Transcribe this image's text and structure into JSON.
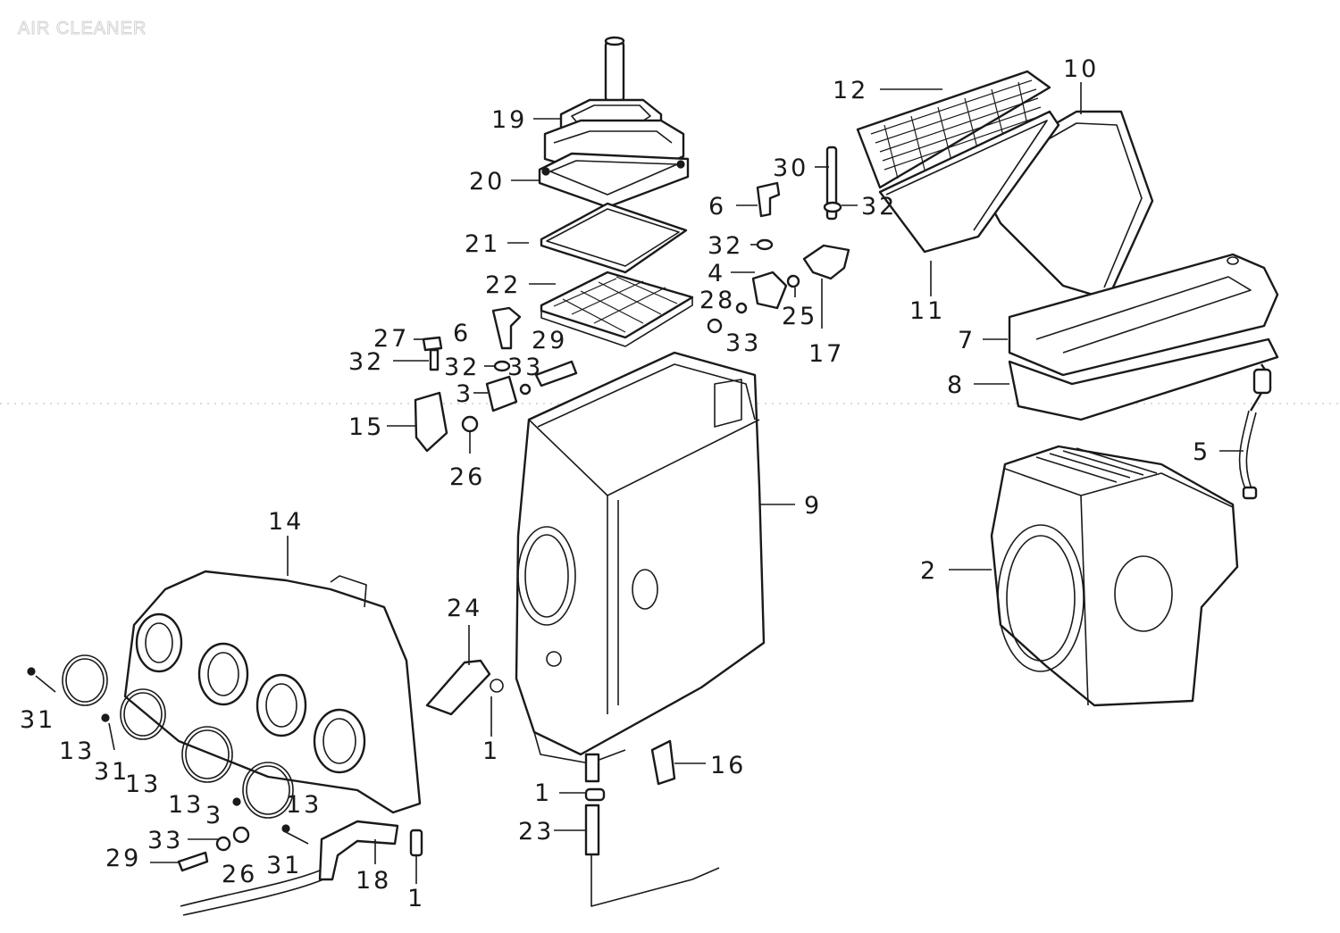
{
  "diagram": {
    "title": "AIR CLEANER",
    "callouts": [
      {
        "id": "c12",
        "text": "12"
      },
      {
        "id": "c10",
        "text": "10"
      },
      {
        "id": "c19",
        "text": "19"
      },
      {
        "id": "c20",
        "text": "20"
      },
      {
        "id": "c30",
        "text": "30"
      },
      {
        "id": "c6a",
        "text": "6"
      },
      {
        "id": "c32a",
        "text": "32"
      },
      {
        "id": "c21",
        "text": "21"
      },
      {
        "id": "c32b",
        "text": "32"
      },
      {
        "id": "c4",
        "text": "4"
      },
      {
        "id": "c22",
        "text": "22"
      },
      {
        "id": "c28",
        "text": "28"
      },
      {
        "id": "c25",
        "text": "25"
      },
      {
        "id": "c11",
        "text": "11"
      },
      {
        "id": "c33a",
        "text": "33"
      },
      {
        "id": "c17",
        "text": "17"
      },
      {
        "id": "c27",
        "text": "27"
      },
      {
        "id": "c6b",
        "text": "6"
      },
      {
        "id": "c29a",
        "text": "29"
      },
      {
        "id": "c7",
        "text": "7"
      },
      {
        "id": "c32c",
        "text": "32"
      },
      {
        "id": "c32d",
        "text": "32"
      },
      {
        "id": "c33b",
        "text": "33"
      },
      {
        "id": "c8",
        "text": "8"
      },
      {
        "id": "c3a",
        "text": "3"
      },
      {
        "id": "c15",
        "text": "15"
      },
      {
        "id": "c5",
        "text": "5"
      },
      {
        "id": "c26a",
        "text": "26"
      },
      {
        "id": "c9",
        "text": "9"
      },
      {
        "id": "c14",
        "text": "14"
      },
      {
        "id": "c2",
        "text": "2"
      },
      {
        "id": "c24",
        "text": "24"
      },
      {
        "id": "c31a",
        "text": "31"
      },
      {
        "id": "c13a",
        "text": "13"
      },
      {
        "id": "c1a",
        "text": "1"
      },
      {
        "id": "c31b",
        "text": "31"
      },
      {
        "id": "c13b",
        "text": "13"
      },
      {
        "id": "c16",
        "text": "16"
      },
      {
        "id": "c1b",
        "text": "1"
      },
      {
        "id": "c13c",
        "text": "13"
      },
      {
        "id": "c3b",
        "text": "3"
      },
      {
        "id": "c13d",
        "text": "13"
      },
      {
        "id": "c23",
        "text": "23"
      },
      {
        "id": "c33c",
        "text": "33"
      },
      {
        "id": "c29b",
        "text": "29"
      },
      {
        "id": "c26b",
        "text": "26"
      },
      {
        "id": "c31c",
        "text": "31"
      },
      {
        "id": "c18",
        "text": "18"
      },
      {
        "id": "c1c",
        "text": "1"
      }
    ]
  }
}
